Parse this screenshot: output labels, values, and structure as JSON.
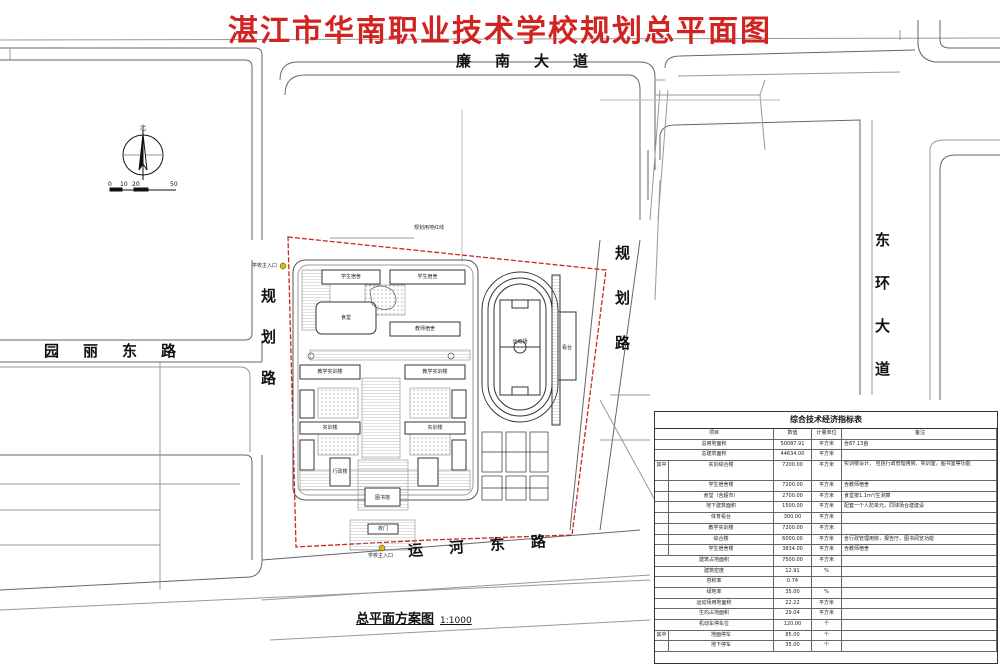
{
  "title": "湛江市华南职业技术学校规划总平面图",
  "roads": {
    "top": "廉南大道",
    "left_h": "园丽东路",
    "left_v": "规划路",
    "right_v": "规划路",
    "bottom": "运河东路",
    "east": "东环大道"
  },
  "caption": {
    "text": "总平面方案图",
    "scale": "1:1000"
  },
  "north": {
    "label": "北",
    "scale_ticks": [
      "0",
      "10",
      "20",
      "50"
    ]
  },
  "labels": {
    "boundary": "规划用地红线",
    "main_entrance": "学校主入口",
    "main_entrance2": "学校主入口",
    "gate": "校门",
    "track": "运动场",
    "stand": "看台",
    "dorm_a": "学生宿舍",
    "dorm_b": "学生宿舍",
    "canteen": "食堂",
    "teacher_dorm": "教师宿舍",
    "teach_a": "教学实训楼",
    "teach_b": "教学实训楼",
    "lab_a": "实训楼",
    "lab_b": "实训楼",
    "lib": "图书馆",
    "admin": "行政楼"
  },
  "table": {
    "title": "综合技术经济指标表",
    "header": [
      "项目",
      "数值",
      "计量单位",
      "备注"
    ],
    "rows": [
      {
        "item": "总用地面积",
        "value": "50087.91",
        "unit": "平方米",
        "note": "含87.13亩"
      },
      {
        "item": "总建筑面积",
        "value": "44634.00",
        "unit": "平方米",
        "note": ""
      },
      {
        "group": "其中",
        "item": "实训综合楼",
        "value": "7200.00",
        "unit": "平方米",
        "note": "实训楼设计，   包括行政管理用房，实训室，图书室等功能"
      },
      {
        "group": "",
        "item": "学生宿舍楼",
        "value": "7200.00",
        "unit": "平方米",
        "note": "含教师宿舍"
      },
      {
        "group": "",
        "item": "食堂（含超市）",
        "value": "2700.00",
        "unit": "平方米",
        "note": "食堂按1.1m²/生测算"
      },
      {
        "group": "",
        "item": "地下建筑面积",
        "value": "1500.00",
        "unit": "平方米",
        "note": "配套一个人防单元，同球场合建建设"
      },
      {
        "group": "",
        "item": "体育看台",
        "value": "300.00",
        "unit": "平方米",
        "note": ""
      },
      {
        "group": "",
        "item": "教学实训楼",
        "value": "7200.00",
        "unit": "平方米",
        "note": ""
      },
      {
        "group": "",
        "item": "综合楼",
        "value": "6000.00",
        "unit": "平方米",
        "note": "含行政管理用房，报告厅，图书阅览功能"
      },
      {
        "group": "",
        "item": "学生宿舍楼",
        "value": "3834.00",
        "unit": "平方米",
        "note": "含教师宿舍"
      },
      {
        "item": "建筑占地面积",
        "value": "7500.00",
        "unit": "平方米",
        "note": ""
      },
      {
        "item": "建筑密度",
        "value": "12.91",
        "unit": "%",
        "note": ""
      },
      {
        "item": "容积率",
        "value": "0.74",
        "unit": "",
        "note": ""
      },
      {
        "item": "绿地率",
        "value": "35.00",
        "unit": "%",
        "note": ""
      },
      {
        "item": "运动场用地面积",
        "value": "22.22",
        "unit": "平方米",
        "note": ""
      },
      {
        "item": "生均占地面积",
        "value": "29.04",
        "unit": "平方米",
        "note": ""
      },
      {
        "item": "机动车停车位",
        "value": "120.00",
        "unit": "个",
        "note": ""
      },
      {
        "group": "其中",
        "item": "地面停车",
        "value": "85.00",
        "unit": "个",
        "note": ""
      },
      {
        "group": "",
        "item": "地下停车",
        "value": "35.00",
        "unit": "个",
        "note": ""
      }
    ]
  },
  "colors": {
    "title": "#d22323",
    "boundary": "#c82828",
    "line": "#555555",
    "building": "#ffffff"
  }
}
